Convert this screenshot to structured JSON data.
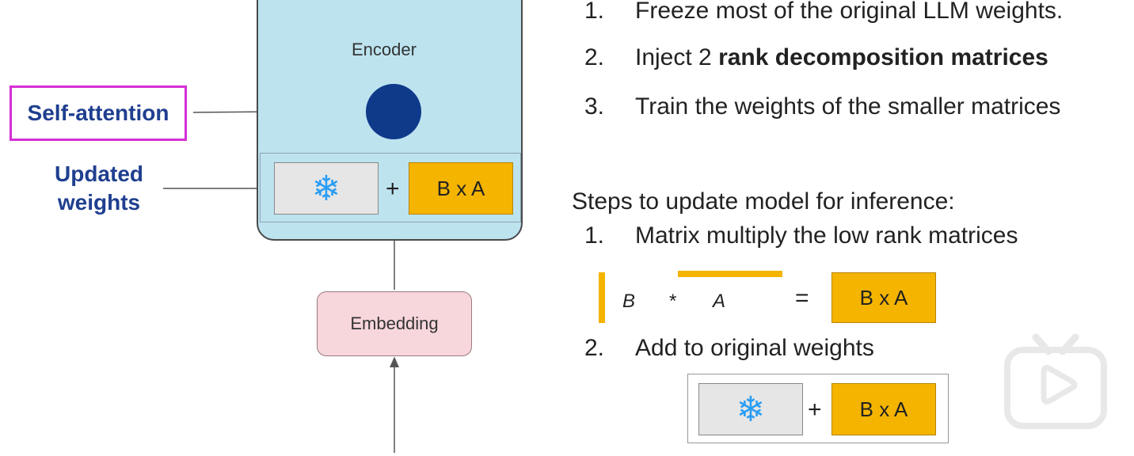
{
  "diagram": {
    "encoder_label": "Encoder",
    "self_attention_label": "Self-attention",
    "updated_weights_label": [
      "Updated",
      "weights"
    ],
    "ba_label": "B x A",
    "plus": "+",
    "embedding_label": "Embedding",
    "frozen_icon": "snowflake-icon"
  },
  "steps": [
    {
      "num": "1.",
      "text": "Freeze most of the original LLM weights."
    },
    {
      "num": "2.",
      "text_plain": "Inject 2 ",
      "text_bold": "rank decomposition matrices"
    },
    {
      "num": "3.",
      "text": "Train the weights of the smaller matrices"
    }
  ],
  "inference": {
    "heading": "Steps to update model for inference:",
    "step1": {
      "num": "1.",
      "text": "Matrix multiply the low rank matrices"
    },
    "step2": {
      "num": "2.",
      "text": "Add to original weights"
    },
    "equation": {
      "b": "B",
      "times": "*",
      "a": "A",
      "equals": "=",
      "result": "B x A"
    },
    "final": {
      "plus": "+",
      "ba": "B x A"
    }
  },
  "colors": {
    "accent_yellow": "#f4b400",
    "encoder_bg": "#bde3ef",
    "highlight_magenta": "#d42fd4",
    "label_blue": "#1f3f8f"
  },
  "badge_icon": "play-icon"
}
